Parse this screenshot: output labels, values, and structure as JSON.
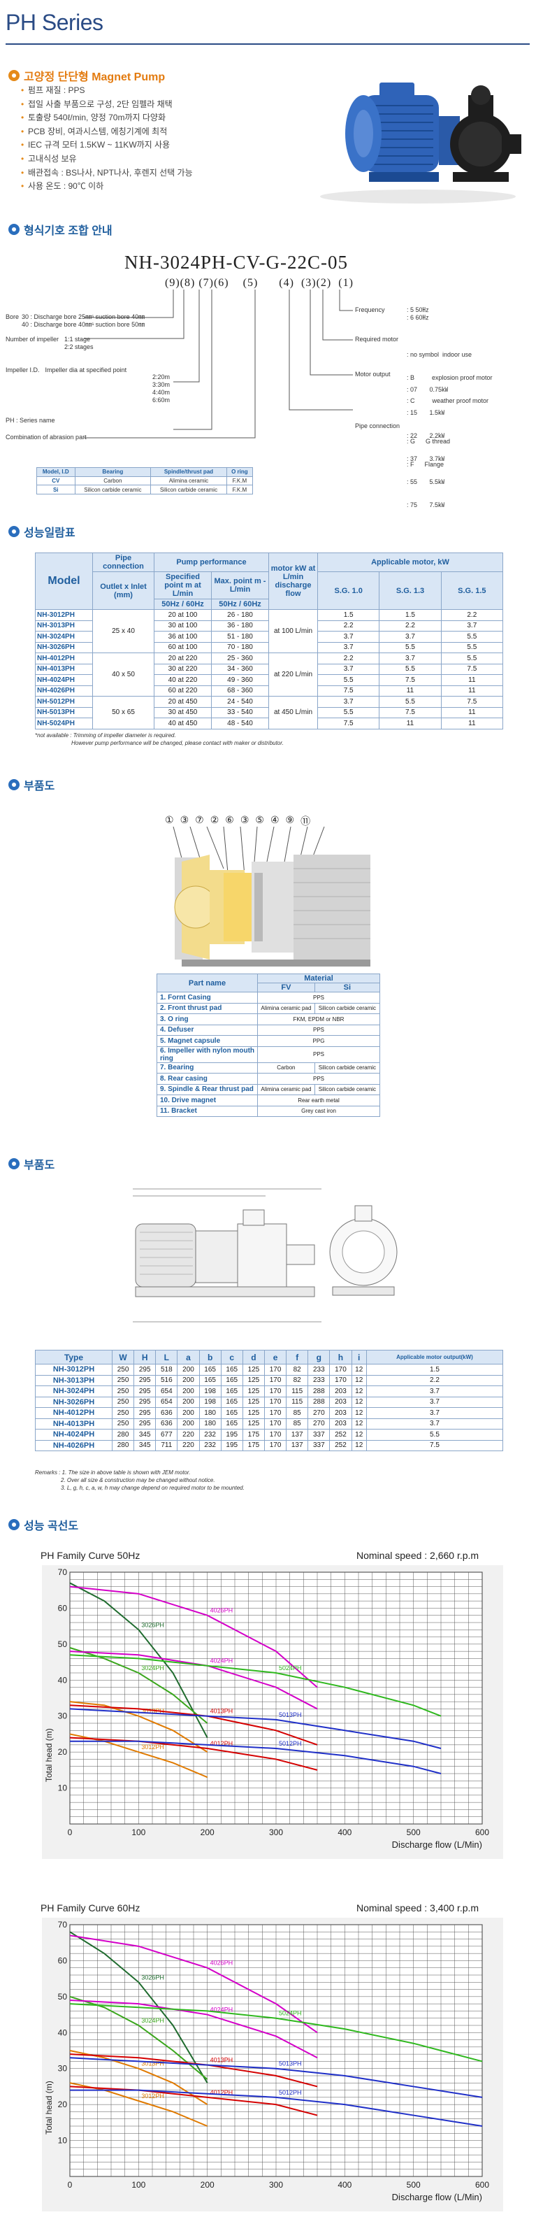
{
  "page": {
    "title": "PH Series"
  },
  "intro": {
    "heading": "고양정 단단형 Magnet Pump",
    "features": [
      "펌프 재질 : PPS",
      "접일 사출 부품으로 구성, 2단 임펠라 채택",
      "토출량 540ℓ/min, 양정 70m까지 다양화",
      "PCB 장비, 여과시스템, 에칭기계에 최적",
      "IEC 규격 모터 1.5KW ~ 11KW까지 사용",
      "고내식성 보유",
      "배관접속 : BS나사, NPT나사, 후렌지 선택 가능",
      "사용 온도 : 90℃ 이하"
    ]
  },
  "model_code": {
    "heading": "형식기호 조합 안내",
    "code": "NH-3024PH-CV-G-22C-05",
    "marks": "(9)(8) (7)(6)    (5)      (4)  (3)(2)  (1)",
    "bore_label": "Bore",
    "bore_lines": [
      "30 : Discharge bore 25㎜ˢ suction bore 40㎜",
      "40 : Discharge bore 40㎜ˢ suction bore 50㎜"
    ],
    "impeller_num_label": "Number of impeller",
    "impeller_num_lines": [
      "1:1 stage",
      "2:2 stages"
    ],
    "impeller_id_label": "Impeller I.D.",
    "impeller_id_desc": "Impeller dia at specified point",
    "impeller_id_values": [
      "2:20m",
      "3:30m",
      "4:40m",
      "6:60m"
    ],
    "ph_label": "PH : Series name",
    "abrasion_label": "Combination of abrasion part",
    "frequency_label": "Frequency",
    "frequency_values": [
      ": 5  50㎐",
      ": 6  60㎐"
    ],
    "required_motor_label": "Required motor",
    "required_motor_values": [
      ": no symbol  indoor use",
      ": B          explosion proof motor",
      ": C          weather proof motor"
    ],
    "motor_output_label": "Motor output",
    "motor_output_values": [
      ": 07       0.75㎾",
      ": 15       1.5㎾",
      ": 22       2.2㎾",
      ": 37       3.7㎾",
      ": 55       5.5㎾",
      ": 75       7.5㎾"
    ],
    "pipe_label": "Pipe connection",
    "pipe_values": [
      ": G      G thread",
      ": F      Flange"
    ],
    "table": {
      "headers": [
        "Model, I.D",
        "Bearing",
        "Spindle/thrust pad",
        "O ring"
      ],
      "rows": [
        [
          "CV",
          "Carbon",
          "Alimina ceramic",
          "F.K.M"
        ],
        [
          "Si",
          "Silicon carbide ceramic",
          "Silicon carbide ceramic",
          "F.K.M"
        ]
      ]
    }
  },
  "performance": {
    "heading": "성능일람표",
    "headers": {
      "model": "Model",
      "pipe": "Pipe connection",
      "outlet": "Outlet x Inlet (mm)",
      "pump_perf": "Pump performance",
      "spec_point": "Specified point m at L/min",
      "max_point": "Max. point m - L/min",
      "hz": "50Hz / 60Hz",
      "motor_kw": "motor kW at L/min discharge flow",
      "applicable": "Applicable motor, kW",
      "sg": [
        "S.G. 1.0",
        "S.G. 1.3",
        "S.G. 1.5"
      ]
    },
    "groups": [
      {
        "outlet": "25 x 40",
        "span": 4
      },
      {
        "outlet": "40 x 50",
        "span": 4
      },
      {
        "outlet": "50 x 65",
        "span": 3
      }
    ],
    "motor_groups": [
      {
        "text": "at 100 L/min",
        "span": 4
      },
      {
        "text": "at 220 L/min",
        "span": 4
      },
      {
        "text": "at 450 L/min",
        "span": 3
      }
    ],
    "rows": [
      [
        "NH-3012PH",
        "20 at 100",
        "26 - 180",
        "1.5",
        "1.5",
        "2.2"
      ],
      [
        "NH-3013PH",
        "30 at 100",
        "36 - 180",
        "2.2",
        "2.2",
        "3.7"
      ],
      [
        "NH-3024PH",
        "36 at 100",
        "51 - 180",
        "3.7",
        "3.7",
        "5.5"
      ],
      [
        "NH-3026PH",
        "60 at 100",
        "70 - 180",
        "3.7",
        "5.5",
        "5.5"
      ],
      [
        "NH-4012PH",
        "20 at 220",
        "25 - 360",
        "2.2",
        "3.7",
        "5.5"
      ],
      [
        "NH-4013PH",
        "30 at 220",
        "34 - 360",
        "3.7",
        "5.5",
        "7.5"
      ],
      [
        "NH-4024PH",
        "40 at 220",
        "49 - 360",
        "5.5",
        "7.5",
        "11"
      ],
      [
        "NH-4026PH",
        "60 at 220",
        "68 - 360",
        "7.5",
        "11",
        "11"
      ],
      [
        "NH-5012PH",
        "20 at 450",
        "24 - 540",
        "3.7",
        "5.5",
        "7.5"
      ],
      [
        "NH-5013PH",
        "30 at 450",
        "33 - 540",
        "5.5",
        "7.5",
        "11"
      ],
      [
        "NH-5024PH",
        "40 at 450",
        "48 - 540",
        "7.5",
        "11",
        "11"
      ]
    ],
    "notes": [
      "*not available : Trimming of impeller diameter is required.",
      "However pump performance will be changed, please contact with maker or distributor."
    ]
  },
  "parts": {
    "heading": "부품도",
    "callouts": [
      "①",
      "③",
      "⑦",
      "②",
      "⑥",
      "③",
      "⑤",
      "④",
      "⑨",
      "⑪"
    ],
    "table_header": "Part name",
    "material": "Material",
    "fv": "FV",
    "si": "Si",
    "rows": [
      {
        "name": "1. Fornt Casing",
        "fv": "PPS",
        "si": null
      },
      {
        "name": "2. Front thrust pad",
        "fv": "Alimina ceramic pad",
        "si": "Silicon carbide ceramic"
      },
      {
        "name": "3. O ring",
        "fv": "FKM, EPDM or NBR",
        "si": null
      },
      {
        "name": "4. Defuser",
        "fv": "PPS",
        "si": null
      },
      {
        "name": "5. Magnet capsule",
        "fv": "PPG",
        "si": null
      },
      {
        "name": "6. Impeller with nylon mouth ring",
        "fv": "PPS",
        "si": null
      },
      {
        "name": "7. Bearing",
        "fv": "Carbon",
        "si": "Silicon carbide ceramic"
      },
      {
        "name": "8. Rear casing",
        "fv": "PPS",
        "si": null
      },
      {
        "name": "9. Spindle & Rear thrust pad",
        "fv": "Alimina ceramic pad",
        "si": "Silicon carbide ceramic"
      },
      {
        "name": "10. Drive magnet",
        "fv": "Rear earth metal",
        "si": null
      },
      {
        "name": "11. Bracket",
        "fv": "Grey cast iron",
        "si": null
      }
    ]
  },
  "dimensions": {
    "heading": "부품도",
    "headers": [
      "Type",
      "W",
      "H",
      "L",
      "a",
      "b",
      "c",
      "d",
      "e",
      "f",
      "g",
      "h",
      "i",
      "Applicable motor output(kW)"
    ],
    "rows": [
      [
        "NH-3012PH",
        "250",
        "295",
        "518",
        "200",
        "165",
        "165",
        "125",
        "170",
        "82",
        "233",
        "170",
        "12",
        "1.5"
      ],
      [
        "NH-3013PH",
        "250",
        "295",
        "516",
        "200",
        "165",
        "165",
        "125",
        "170",
        "82",
        "233",
        "170",
        "12",
        "2.2"
      ],
      [
        "NH-3024PH",
        "250",
        "295",
        "654",
        "200",
        "198",
        "165",
        "125",
        "170",
        "115",
        "288",
        "203",
        "12",
        "3.7"
      ],
      [
        "NH-3026PH",
        "250",
        "295",
        "654",
        "200",
        "198",
        "165",
        "125",
        "170",
        "115",
        "288",
        "203",
        "12",
        "3.7"
      ],
      [
        "NH-4012PH",
        "250",
        "295",
        "636",
        "200",
        "180",
        "165",
        "125",
        "170",
        "85",
        "270",
        "203",
        "12",
        "3.7"
      ],
      [
        "NH-4013PH",
        "250",
        "295",
        "636",
        "200",
        "180",
        "165",
        "125",
        "170",
        "85",
        "270",
        "203",
        "12",
        "3.7"
      ],
      [
        "NH-4024PH",
        "280",
        "345",
        "677",
        "220",
        "232",
        "195",
        "175",
        "170",
        "137",
        "337",
        "252",
        "12",
        "5.5"
      ],
      [
        "NH-4026PH",
        "280",
        "345",
        "711",
        "220",
        "232",
        "195",
        "175",
        "170",
        "137",
        "337",
        "252",
        "12",
        "7.5"
      ]
    ],
    "remarks": [
      "Remarks : 1. The size in above table is shown with JEM motor.",
      "2. Over all size & construction may be changed without notice.",
      "3. L, g, h, c, a, w, h may change depend on required motor to be mounted."
    ]
  },
  "curves": {
    "heading": "성능 곡선도",
    "chart_50": {
      "title": "PH Family Curve 50Hz",
      "speed": "Nominal speed : 2,660 r.p.m"
    },
    "chart_60": {
      "title": "PH Family Curve 60Hz",
      "speed": "Nominal speed : 3,400 r.p.m"
    },
    "ylabel": "Total head (m)",
    "xlabel": "Discharge flow (L/Min)"
  },
  "chart_data": [
    {
      "type": "line",
      "title": "PH Family Curve 50Hz",
      "subtitle": "Nominal speed : 2,660 r.p.m",
      "xlabel": "Discharge flow (L/Min)",
      "ylabel": "Total head (m)",
      "xlim": [
        0,
        600
      ],
      "ylim": [
        0,
        70
      ],
      "xticks": [
        0,
        100,
        200,
        300,
        400,
        500,
        600
      ],
      "yticks": [
        10,
        20,
        30,
        40,
        50,
        60,
        70
      ],
      "grid": true,
      "series": [
        {
          "name": "3026PH",
          "color": "#1f6b2e",
          "x": [
            0,
            50,
            100,
            150,
            200
          ],
          "y": [
            67,
            62,
            54,
            42,
            24
          ]
        },
        {
          "name": "4026PH",
          "color": "#d400c8",
          "x": [
            0,
            100,
            200,
            300,
            360
          ],
          "y": [
            66,
            64,
            58,
            48,
            38
          ]
        },
        {
          "name": "3024PH",
          "color": "#3aa61c",
          "x": [
            0,
            50,
            100,
            150,
            200
          ],
          "y": [
            49,
            46,
            42,
            36,
            28
          ]
        },
        {
          "name": "4024PH",
          "color": "#d400c8",
          "x": [
            0,
            100,
            200,
            300,
            360
          ],
          "y": [
            48,
            47,
            44,
            38,
            32
          ]
        },
        {
          "name": "5024PH",
          "color": "#2fb81e",
          "x": [
            0,
            100,
            200,
            300,
            400,
            500,
            540
          ],
          "y": [
            47,
            46,
            44,
            42,
            38,
            33,
            30
          ]
        },
        {
          "name": "3013PH",
          "color": "#e07a00",
          "x": [
            0,
            50,
            100,
            150,
            200
          ],
          "y": [
            34,
            33,
            30,
            26,
            20
          ]
        },
        {
          "name": "4013PH",
          "color": "#d40000",
          "x": [
            0,
            100,
            200,
            300,
            360
          ],
          "y": [
            33,
            32,
            30,
            26,
            22
          ]
        },
        {
          "name": "5013PH",
          "color": "#2030c8",
          "x": [
            0,
            100,
            200,
            300,
            400,
            500,
            540
          ],
          "y": [
            32,
            31,
            30,
            29,
            26,
            23,
            21
          ]
        },
        {
          "name": "3012PH",
          "color": "#e07a00",
          "x": [
            0,
            50,
            100,
            150,
            200
          ],
          "y": [
            25,
            23,
            20,
            17,
            13
          ]
        },
        {
          "name": "4012PH",
          "color": "#d40000",
          "x": [
            0,
            100,
            200,
            300,
            360
          ],
          "y": [
            24,
            23,
            21,
            18,
            15
          ]
        },
        {
          "name": "5012PH",
          "color": "#2030c8",
          "x": [
            0,
            100,
            200,
            300,
            400,
            500,
            540
          ],
          "y": [
            23,
            23,
            22,
            21,
            19,
            16,
            14
          ]
        }
      ]
    },
    {
      "type": "line",
      "title": "PH Family Curve 60Hz",
      "subtitle": "Nominal speed : 3,400 r.p.m",
      "xlabel": "Discharge flow (L/Min)",
      "ylabel": "Total head (m)",
      "xlim": [
        0,
        600
      ],
      "ylim": [
        0,
        70
      ],
      "xticks": [
        0,
        100,
        200,
        300,
        400,
        500,
        600
      ],
      "yticks": [
        10,
        20,
        30,
        40,
        50,
        60,
        70
      ],
      "grid": true,
      "series": [
        {
          "name": "3026PH",
          "color": "#1f6b2e",
          "x": [
            0,
            50,
            100,
            150,
            200
          ],
          "y": [
            68,
            62,
            54,
            42,
            26
          ]
        },
        {
          "name": "4026PH",
          "color": "#d400c8",
          "x": [
            0,
            100,
            200,
            300,
            360
          ],
          "y": [
            67,
            64,
            58,
            48,
            40
          ]
        },
        {
          "name": "3024PH",
          "color": "#3aa61c",
          "x": [
            0,
            50,
            100,
            150,
            200
          ],
          "y": [
            50,
            47,
            42,
            35,
            27
          ]
        },
        {
          "name": "4024PH",
          "color": "#d400c8",
          "x": [
            0,
            100,
            200,
            300,
            360
          ],
          "y": [
            49,
            48,
            45,
            39,
            33
          ]
        },
        {
          "name": "5024PH",
          "color": "#2fb81e",
          "x": [
            0,
            100,
            200,
            300,
            400,
            500,
            600
          ],
          "y": [
            48,
            47,
            46,
            44,
            41,
            37,
            32
          ]
        },
        {
          "name": "3013PH",
          "color": "#e07a00",
          "x": [
            0,
            50,
            100,
            150,
            200
          ],
          "y": [
            35,
            33,
            30,
            26,
            20
          ]
        },
        {
          "name": "4013PH",
          "color": "#d40000",
          "x": [
            0,
            100,
            200,
            300,
            360
          ],
          "y": [
            34,
            33,
            31,
            28,
            25
          ]
        },
        {
          "name": "5013PH",
          "color": "#2030c8",
          "x": [
            0,
            100,
            200,
            300,
            400,
            500,
            600
          ],
          "y": [
            33,
            32,
            31,
            30,
            28,
            25,
            22
          ]
        },
        {
          "name": "3012PH",
          "color": "#e07a00",
          "x": [
            0,
            50,
            100,
            150,
            200
          ],
          "y": [
            26,
            24,
            21,
            18,
            14
          ]
        },
        {
          "name": "4012PH",
          "color": "#d40000",
          "x": [
            0,
            100,
            200,
            300,
            360
          ],
          "y": [
            25,
            24,
            22,
            20,
            17
          ]
        },
        {
          "name": "5012PH",
          "color": "#2030c8",
          "x": [
            0,
            100,
            200,
            300,
            400,
            500,
            600
          ],
          "y": [
            24,
            24,
            23,
            22,
            20,
            17,
            14
          ]
        }
      ]
    }
  ]
}
